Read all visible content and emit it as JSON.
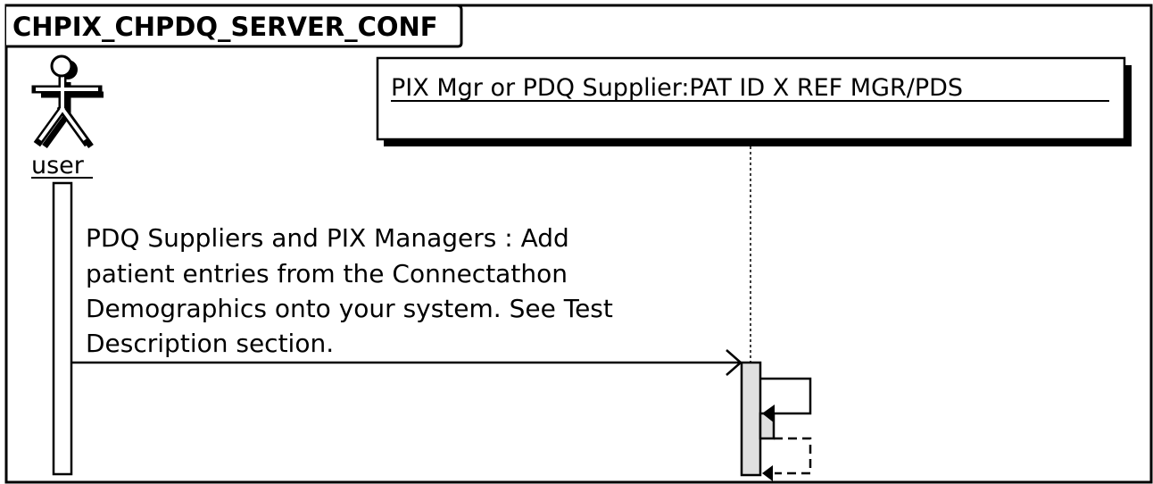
{
  "diagram": {
    "frame_title": "CHPIX_CHPDQ_SERVER_CONF",
    "actor": {
      "label": "user"
    },
    "lifeline": {
      "label": "PIX Mgr or PDQ Supplier:PAT ID X REF MGR/PDS"
    },
    "message": {
      "lines": [
        "PDQ Suppliers and PIX Managers : Add",
        "patient entries from the Connectathon",
        "Demographics onto your system.  See Test",
        "Description section."
      ]
    }
  }
}
